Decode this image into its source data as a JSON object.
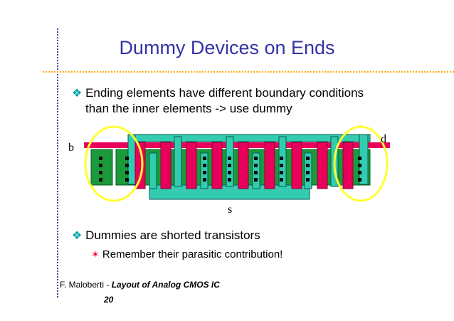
{
  "slide": {
    "title": "Dummy Devices on Ends",
    "bullets": [
      {
        "line1": "Ending elements have different boundary conditions",
        "line2": "than the inner elements -> use dummy"
      },
      {
        "line1": "Dummies are shorted transistors"
      }
    ],
    "sub_bullet": "Remember their parasitic contribution!",
    "footer_author": "F. Maloberti - ",
    "footer_title": "Layout of Analog CMOS IC",
    "page_number": "20"
  },
  "diagram": {
    "label_b": "b",
    "label_d": "d",
    "label_s": "s",
    "colors": {
      "diffusion": "#1a9a3a",
      "gate": "#e8005a",
      "metal_s": "#33ccb0",
      "contact": "#000000",
      "highlight": "#ffff33",
      "decor_blue": "#3344aa",
      "decor_orange": "#ffaa00"
    }
  }
}
